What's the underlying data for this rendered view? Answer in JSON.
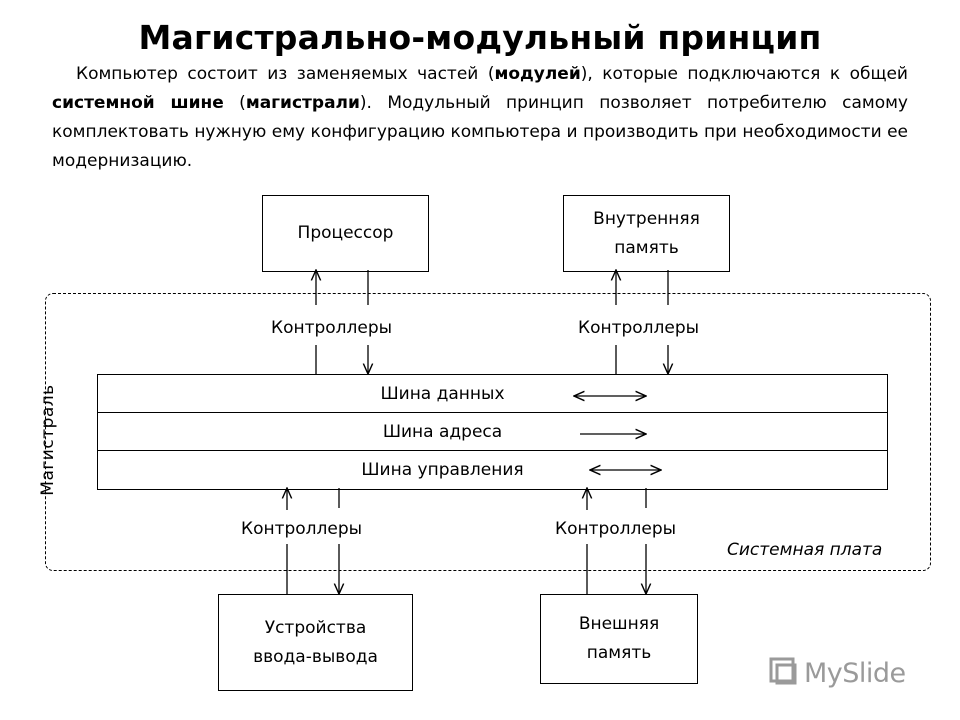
{
  "title": "Магистрально-модульный принцип",
  "intro": {
    "p1": "Компьютер состоит из заменяемых частей (",
    "b1": "модулей",
    "p2": "), которые подключаются к общей ",
    "b2": "системной шине",
    "p3": " (",
    "b3": "магистрали",
    "p4": "). Модульный принцип позволяет потребителю самому комплектовать нужную ему конфигурацию компьютера и производить при необходимости ее модернизацию."
  },
  "modules": {
    "cpu": "Процессор",
    "internal_memory": [
      "Внутренняя",
      "память"
    ],
    "io_devices": [
      "Устройства",
      "ввода-вывода"
    ],
    "external_memory": [
      "Внешняя",
      "память"
    ]
  },
  "controllers": {
    "top_left": "Контроллеры",
    "top_right": "Контроллеры",
    "bottom_left": "Контроллеры",
    "bottom_right": "Контроллеры"
  },
  "buses": {
    "data": "Шина данных",
    "address": "Шина адреса",
    "control": "Шина управления"
  },
  "bus_label": "Магистраль",
  "board_label": "Системная плата",
  "watermark": {
    "text": "MySlide",
    "icon": "myslide-logo-icon"
  }
}
